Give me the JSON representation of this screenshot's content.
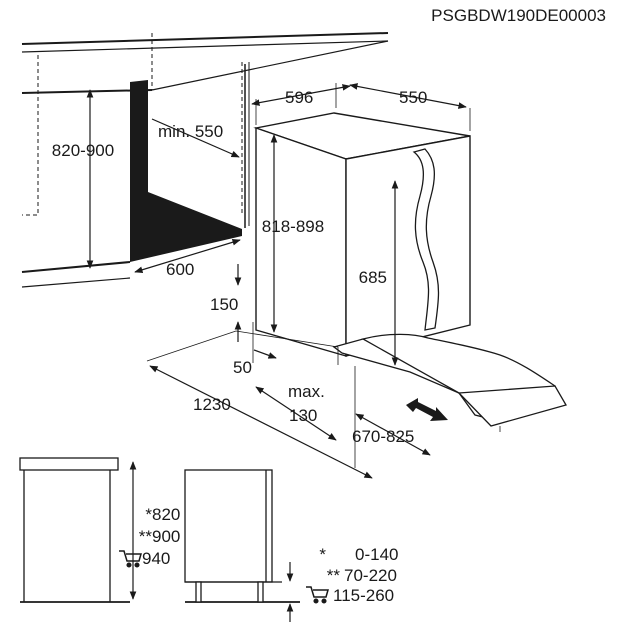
{
  "model_code": "PSGBDW190DE00003",
  "installation": {
    "niche_height": "820-900",
    "niche_depth_min": "min. 550",
    "niche_width": "600",
    "appliance_width": "596",
    "appliance_depth": "550",
    "appliance_height": "818-898",
    "door_height": "685",
    "plinth_height": "150",
    "plinth_gap": "50",
    "plinth_depth_max": [
      "max.",
      "130"
    ],
    "door_open_clearance": "1230",
    "door_travel": "670-825"
  },
  "side_view": {
    "heights": [
      {
        "marker": "*",
        "value": "820"
      },
      {
        "marker": "**",
        "value": "900"
      },
      {
        "marker": "cart-icon",
        "value": "940"
      }
    ],
    "legend": [
      {
        "marker": "*",
        "value": "0-140"
      },
      {
        "marker": "**",
        "value": "70-220"
      },
      {
        "marker": "cart-icon",
        "value": "115-260"
      }
    ]
  }
}
